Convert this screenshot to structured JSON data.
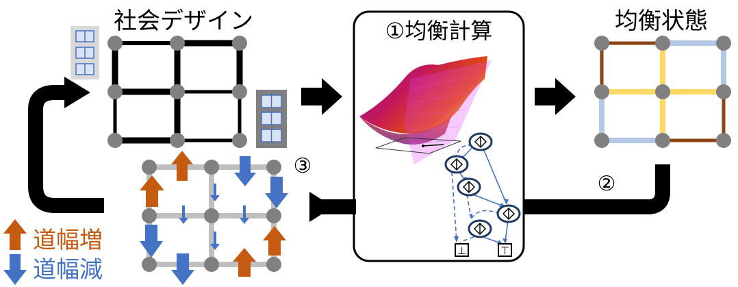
{
  "labels": {
    "social_design": "社会デザイン",
    "step1": "①均衡計算",
    "equilibrium": "均衡状態",
    "step2": "②",
    "step3": "③"
  },
  "legend": [
    {
      "text": "道幅増",
      "color": "#C55A11"
    },
    {
      "text": "道幅減",
      "color": "#4472C4"
    }
  ],
  "bdd_nodes": {
    "bottom": "⊥",
    "top": "⊤"
  },
  "colors": {
    "black": "#000000",
    "node_gray": "#808080",
    "brown": "#8B4513",
    "light_blue": "#B4C7E7",
    "yellow": "#FFD966",
    "orange": "#C55A11",
    "blue": "#4472C4",
    "gray_road": "#BFBFBF",
    "building": "#7F7F7F",
    "building_light": "#D9D9D9",
    "window": "#DAE3F3"
  }
}
